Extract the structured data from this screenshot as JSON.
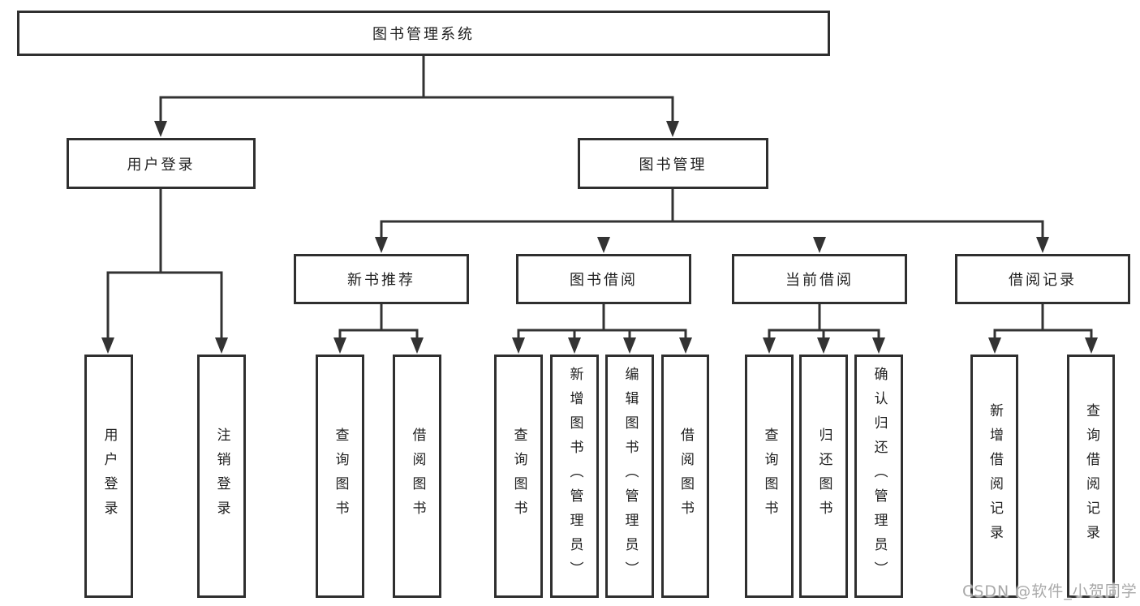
{
  "tree": {
    "root": "图书管理系统",
    "children": [
      {
        "label": "用户登录",
        "children": [
          "用户登录",
          "注销登录"
        ]
      },
      {
        "label": "图书管理",
        "children": [
          {
            "label": "新书推荐",
            "children": [
              "查询图书",
              "借阅图书"
            ]
          },
          {
            "label": "图书借阅",
            "children": [
              "查询图书",
              "新增图书（管理员）",
              "编辑图书（管理员）",
              "借阅图书"
            ]
          },
          {
            "label": "当前借阅",
            "children": [
              "查询图书",
              "归还图书",
              "确认归还（管理员）"
            ]
          },
          {
            "label": "借阅记录",
            "children": [
              "新增借阅记录",
              "查询借阅记录"
            ]
          }
        ]
      }
    ]
  },
  "watermark": {
    "text": "CSDN @软件_小贺同学"
  },
  "colors": {
    "line": "#333333",
    "box_border": "#2f2f2f",
    "text": "#1f1f1f",
    "watermark": "#a9a9a9",
    "background": "#ffffff"
  }
}
